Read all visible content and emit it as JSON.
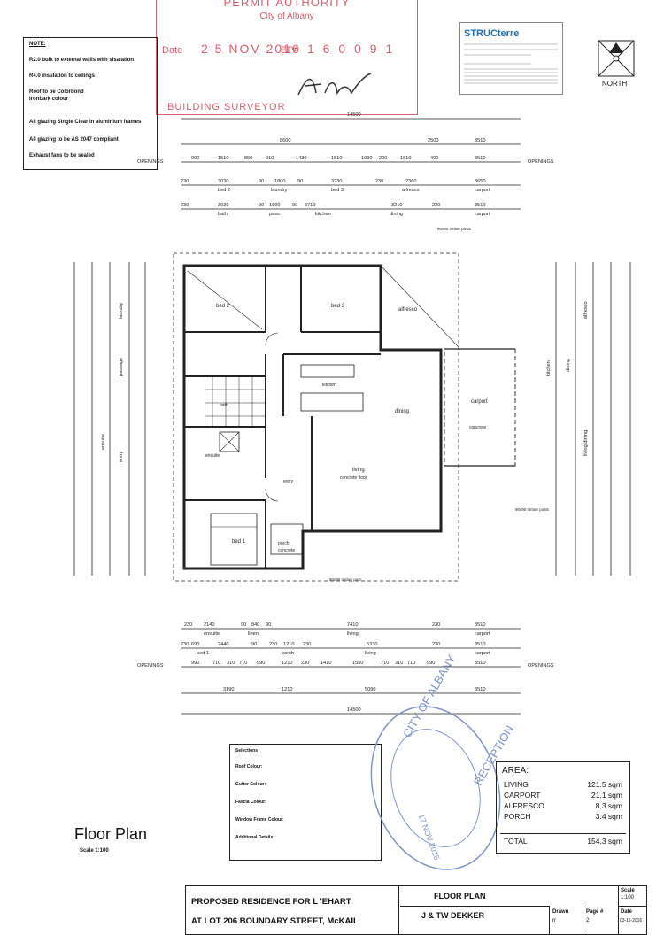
{
  "permit": {
    "title": "PERMIT AUTHORITY",
    "city": "City of Albany",
    "date_label": "Date",
    "date_value": "2 5 NOV 2016",
    "bp_label": "BP#",
    "bp_value": "1 6 0 0 9 1",
    "surveyor": "BUILDING SURVEYOR",
    "color": "#d7606b"
  },
  "notes": {
    "heading": "NOTE:",
    "items": [
      "R2.0 bulk to external walls with sisalation",
      "R4.0 insulation to ceilings",
      "Roof to be Colorbond",
      "Ironbark colour",
      "All glazing Single Clear in aluminium frames",
      "All glazing to be AS 2047 compliant",
      "Exhaust fans to be sealed"
    ]
  },
  "structerre": {
    "logo": "STRUCterre"
  },
  "north": {
    "label": "NORTH"
  },
  "plan": {
    "rooms": [
      {
        "name": "bed 2"
      },
      {
        "name": "bed 3"
      },
      {
        "name": "alfresco"
      },
      {
        "name": "kitchen"
      },
      {
        "name": "dining"
      },
      {
        "name": "living"
      },
      {
        "name": "concrete floor"
      },
      {
        "name": "carport"
      },
      {
        "name": "concrete"
      },
      {
        "name": "bath"
      },
      {
        "name": "ensuite"
      },
      {
        "name": "bed 1"
      },
      {
        "name": "entry"
      },
      {
        "name": "porch"
      },
      {
        "name": "concrete"
      },
      {
        "name": "dining"
      },
      {
        "name": "laundry"
      },
      {
        "name": "passage"
      },
      {
        "name": "entry"
      },
      {
        "name": "living/dining"
      },
      {
        "name": "pass."
      }
    ],
    "dims_top": {
      "overall": "14500",
      "row1": [
        "8600",
        "2500",
        "3510"
      ],
      "row2": [
        "990",
        "1510",
        "850",
        "910",
        "1430",
        "1510",
        "1090",
        "200",
        "1810",
        "490",
        "3510"
      ],
      "row3": [
        "230",
        "3030",
        "90",
        "1800",
        "90",
        "3230",
        "230",
        "2360",
        "3650"
      ],
      "row3_labels": [
        "bed 2",
        "laundry",
        "bed 3",
        "alfresco",
        "carport"
      ],
      "row4": [
        "230",
        "3030",
        "90",
        "1800",
        "90",
        "3710",
        "3210",
        "230",
        "3510"
      ],
      "row4_labels": [
        "bath",
        "pass.",
        "kitchen",
        "dining",
        "carport"
      ]
    },
    "dims_bottom": {
      "row1": [
        "230",
        "2140",
        "90",
        "840",
        "90",
        "7410",
        "230",
        "3510"
      ],
      "row1_labels": [
        "ensuite",
        "linen",
        "living",
        "carport"
      ],
      "row2": [
        "230",
        "690",
        "2440",
        "90",
        "230",
        "1210",
        "230",
        "5330",
        "230",
        "3510"
      ],
      "row2_labels": [
        "bed 1",
        "porch",
        "living",
        "carport"
      ],
      "row3": [
        "990",
        "710",
        "310",
        "710",
        "990",
        "1210",
        "230",
        "1410",
        "1550",
        "710",
        "310",
        "710",
        "990",
        "3510"
      ],
      "row4": [
        "3190",
        "1210",
        "5090",
        "3510"
      ],
      "overall": "14500"
    },
    "openings_label": "OPENINGS",
    "notes": [
      "90x90 timber posts",
      "90x90 timber posts",
      "90x90 timber post"
    ]
  },
  "selections": {
    "heading": "Selections",
    "items": [
      "Roof Colour:",
      "Gutter Colour:",
      "Fascia Colour:",
      "Window Frame Colour:",
      "Additional Details:"
    ]
  },
  "area": {
    "heading": "AREA:",
    "rows": [
      {
        "label": "LIVING",
        "value": "121.5 sqm"
      },
      {
        "label": "CARPORT",
        "value": "21.1 sqm"
      },
      {
        "label": "ALFRESCO",
        "value": "8.3 sqm"
      },
      {
        "label": "PORCH",
        "value": "3.4 sqm"
      }
    ],
    "total_label": "TOTAL",
    "total_value": "154.3 sqm"
  },
  "received_stamp": {
    "top": "CITY OF ALBANY",
    "bottom": "RECEPTION",
    "date": "17 NOV 2016",
    "color": "#7e93c8"
  },
  "floor_plan": {
    "title": "Floor Plan",
    "scale": "Scale 1:100"
  },
  "title_block": {
    "line1": "PROPOSED RESIDENCE FOR L 'EHART",
    "line2": "AT LOT 206 BOUNDARY STREET, McKAIL",
    "sheet_title": "FLOOR PLAN",
    "builder": "J & TW DEKKER",
    "drawn_label": "Drawn",
    "drawn_value": "rr",
    "page_label": "Page #",
    "page_value": "2",
    "scale_label": "Scale",
    "scale_value": "1:100",
    "date_label": "Date",
    "date_value": "03-11-2016"
  }
}
